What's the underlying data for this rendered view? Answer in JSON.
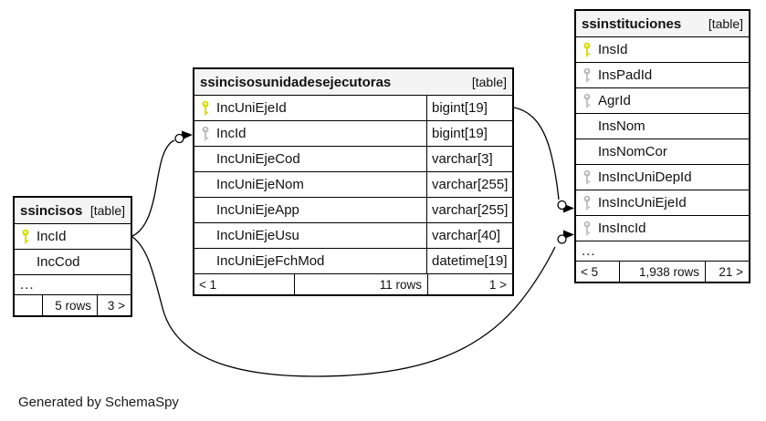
{
  "page": {
    "footer_note": "Generated by SchemaSpy"
  },
  "colors": {
    "primary_key": "#d9d900",
    "foreign_key": "#bdbdbd",
    "header_bg": "#f4f4f4",
    "border": "#000000",
    "line": "#000000"
  },
  "tables": {
    "ssincisos": {
      "name": "ssincisos",
      "tag": "[table]",
      "columns": [
        {
          "name": "IncId",
          "key": "primary"
        },
        {
          "name": "IncCod",
          "key": null
        }
      ],
      "truncation": "...",
      "footer": {
        "left": "",
        "middle": "5 rows",
        "right": "3 >"
      }
    },
    "ssincisosunidadesejecutoras": {
      "name": "ssincisosunidadesejecutoras",
      "tag": "[table]",
      "columns": [
        {
          "name": "IncUniEjeId",
          "key": "primary",
          "type": "bigint[19]"
        },
        {
          "name": "IncId",
          "key": "foreign",
          "type": "bigint[19]"
        },
        {
          "name": "IncUniEjeCod",
          "key": null,
          "type": "varchar[3]"
        },
        {
          "name": "IncUniEjeNom",
          "key": null,
          "type": "varchar[255]"
        },
        {
          "name": "IncUniEjeApp",
          "key": null,
          "type": "varchar[255]"
        },
        {
          "name": "IncUniEjeUsu",
          "key": null,
          "type": "varchar[40]"
        },
        {
          "name": "IncUniEjeFchMod",
          "key": null,
          "type": "datetime[19]"
        }
      ],
      "footer": {
        "left": "< 1",
        "middle": "11 rows",
        "right": "1 >"
      }
    },
    "ssinstituciones": {
      "name": "ssinstituciones",
      "tag": "[table]",
      "columns": [
        {
          "name": "InsId",
          "key": "primary"
        },
        {
          "name": "InsPadId",
          "key": "foreign"
        },
        {
          "name": "AgrId",
          "key": "foreign"
        },
        {
          "name": "InsNom",
          "key": null
        },
        {
          "name": "InsNomCor",
          "key": null
        },
        {
          "name": "InsIncUniDepId",
          "key": "foreign"
        },
        {
          "name": "InsIncUniEjeId",
          "key": "foreign"
        },
        {
          "name": "InsIncId",
          "key": "foreign"
        }
      ],
      "truncation": "...",
      "footer": {
        "left": "< 5",
        "middle": "1,938 rows",
        "right": "21 >"
      }
    }
  },
  "relationships": [
    {
      "parent": "ssincisos.IncId",
      "child": "ssincisosunidadesejecutoras.IncId"
    },
    {
      "parent": "ssincisos.IncId",
      "child": "ssinstituciones.InsIncId"
    },
    {
      "parent": "ssincisosunidadesejecutoras.IncUniEjeId",
      "child": "ssinstituciones.InsIncUniEjeId"
    }
  ]
}
